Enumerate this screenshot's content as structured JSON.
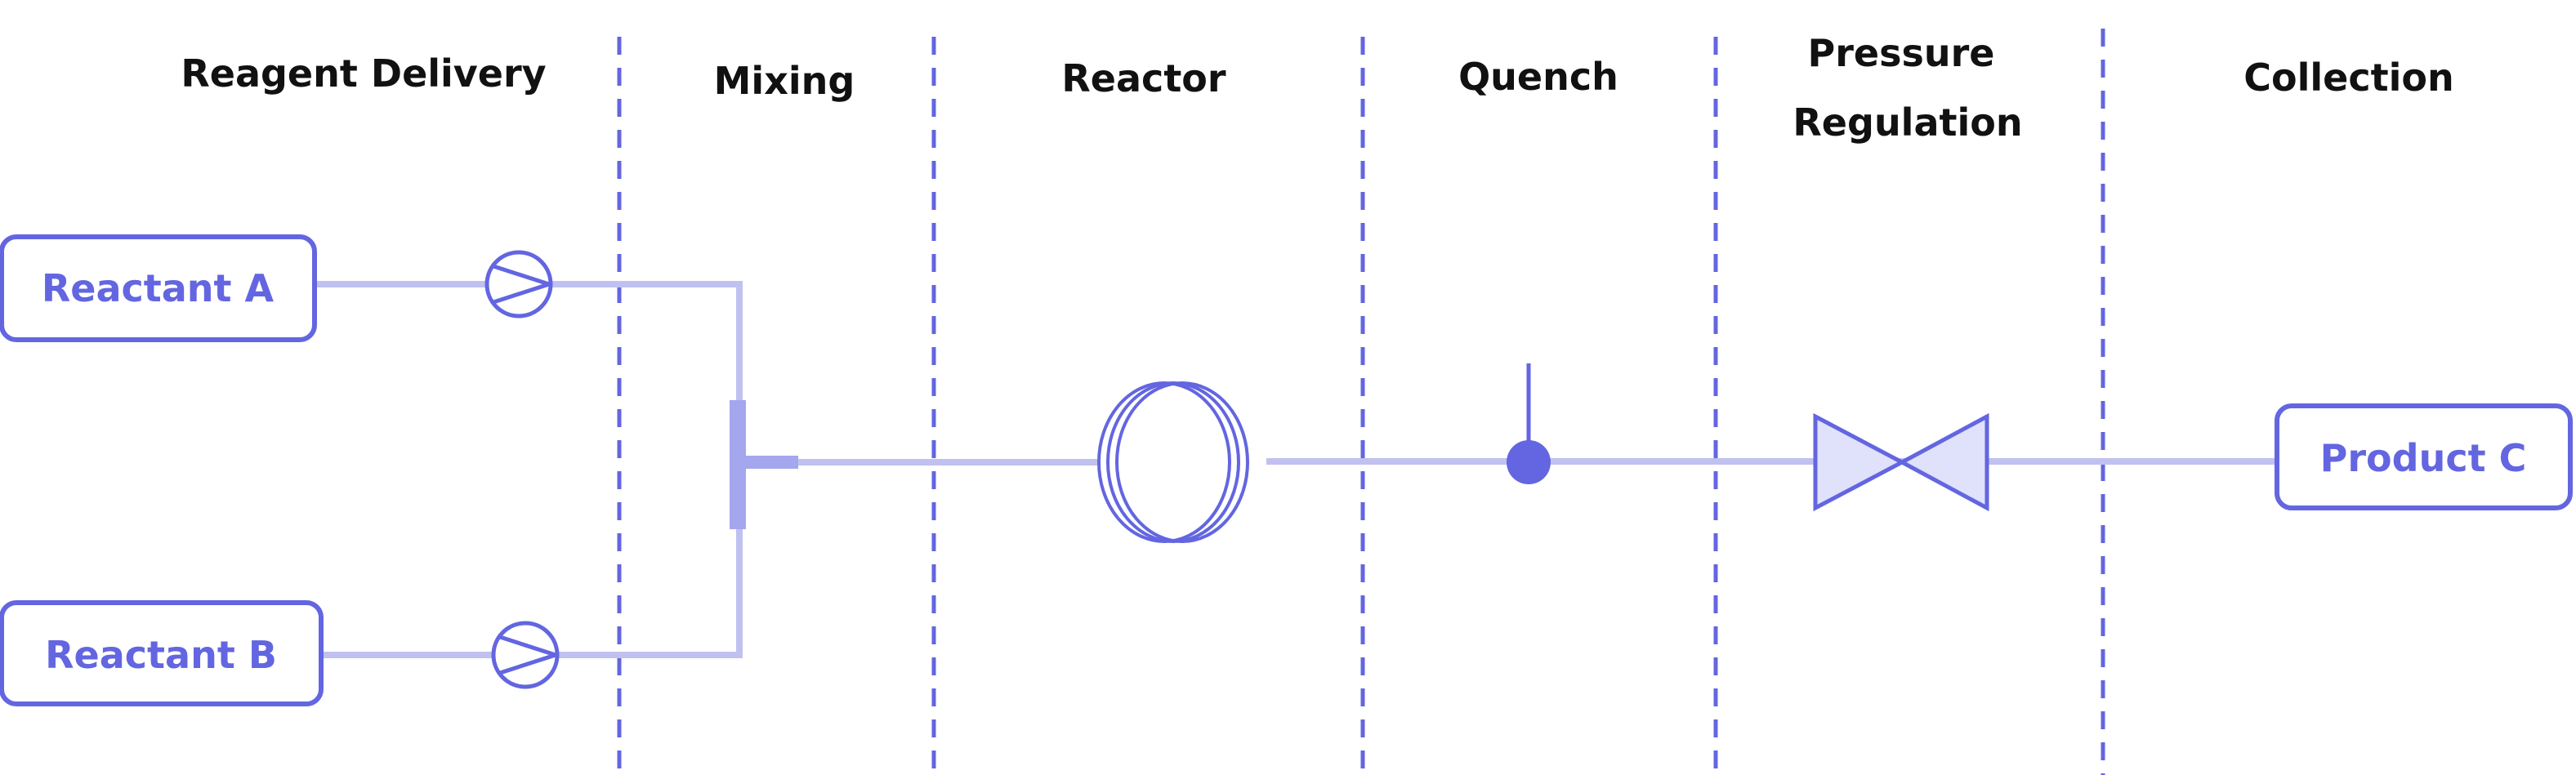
{
  "diagram": {
    "stages": [
      "Reagent Delivery",
      "Mixing",
      "Reactor",
      "Quench",
      [
        "Pressure",
        "Regulation"
      ],
      "Collection"
    ],
    "nodes": {
      "reactant_a": "Reactant A",
      "reactant_b": "Reactant B",
      "product_c": "Product C"
    },
    "colors": {
      "accent": "#6366e0",
      "line": "#c0c1f0",
      "fill": "#e0e1fa",
      "text": "#111111",
      "background": "#ffffff"
    }
  }
}
